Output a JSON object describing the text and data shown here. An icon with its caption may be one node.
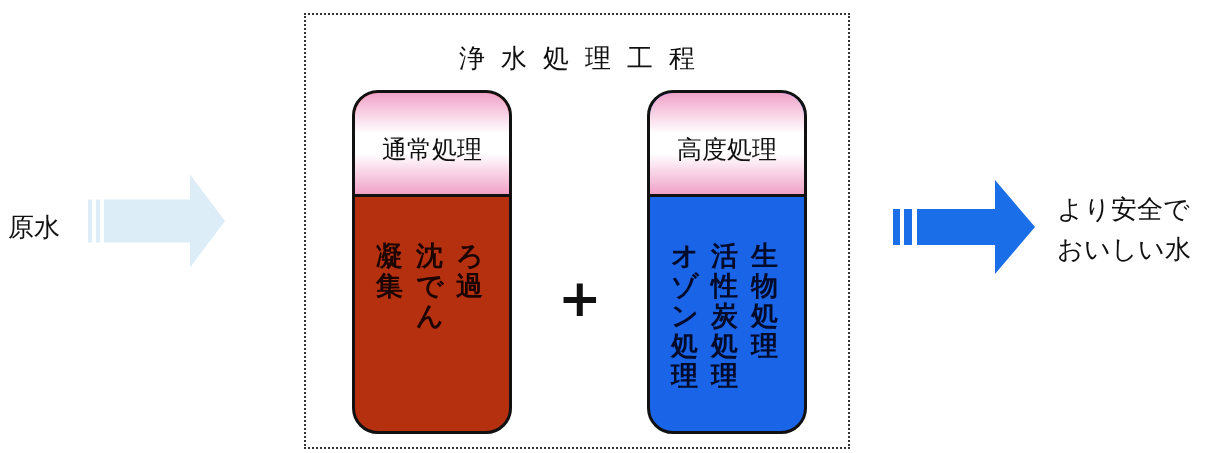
{
  "diagram": {
    "nodes": [
      {
        "text": [
          "原水"
        ]
      },
      {
        "text": [
          "浄水処理工程"
        ]
      },
      {
        "text": [
          "通常処理",
          "ろ過",
          "沈でん",
          "凝集"
        ],
        "in": 1
      },
      {
        "text": [
          "高度処理",
          "生物処理",
          "活性炭処理",
          "オゾン処理"
        ],
        "in": 1
      },
      {
        "text": [
          "より安全でおいしい水"
        ]
      }
    ],
    "edges": [
      {
        "from": 0,
        "to": 1,
        "arrow": "to",
        "color": "#dcedf8"
      },
      {
        "from": 1,
        "to": 4,
        "arrow": "to",
        "color": "#1a6ee8"
      }
    ],
    "labels": [
      "+"
    ]
  }
}
